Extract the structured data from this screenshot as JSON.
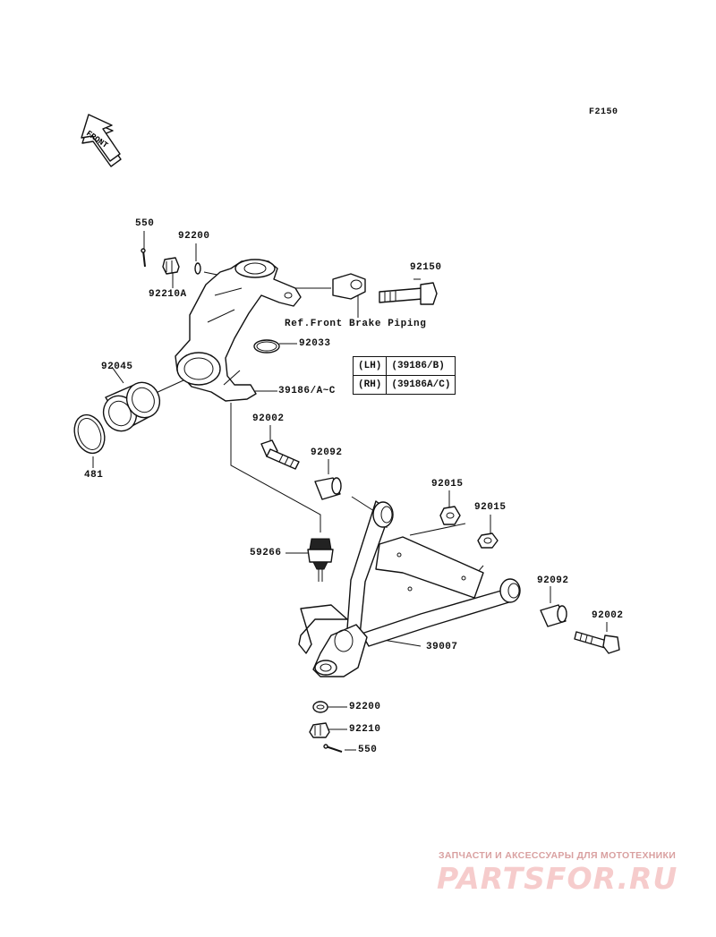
{
  "diagram_code": "F2150",
  "front_arrow_label": "FRONT",
  "reference_note": "Ref.Front Brake Piping",
  "variant_table": [
    {
      "side": "(LH)",
      "part": "(39186/B)"
    },
    {
      "side": "(RH)",
      "part": "(39186A/C)"
    }
  ],
  "callouts": {
    "pin_top": "550",
    "washer_top": "92200",
    "nut_top": "92210A",
    "bolt_knuckle": "92150",
    "oring": "92033",
    "knuckle": "39186/A~C",
    "bearing": "92045",
    "circlip": "481",
    "bolt_left": "92002",
    "bushing_left": "92092",
    "nut_left": "92015",
    "nut_right": "92015",
    "ball_joint": "59266",
    "bushing_right": "92092",
    "bolt_right": "92002",
    "arm": "39007",
    "washer_bottom": "92200",
    "nut_bottom": "92210",
    "pin_bottom": "550"
  },
  "watermark": {
    "tagline": "ЗАПЧАСТИ И АКСЕССУАРЫ ДЛЯ МОТОТЕХНИКИ",
    "logo": "PARTSFOR.RU"
  }
}
